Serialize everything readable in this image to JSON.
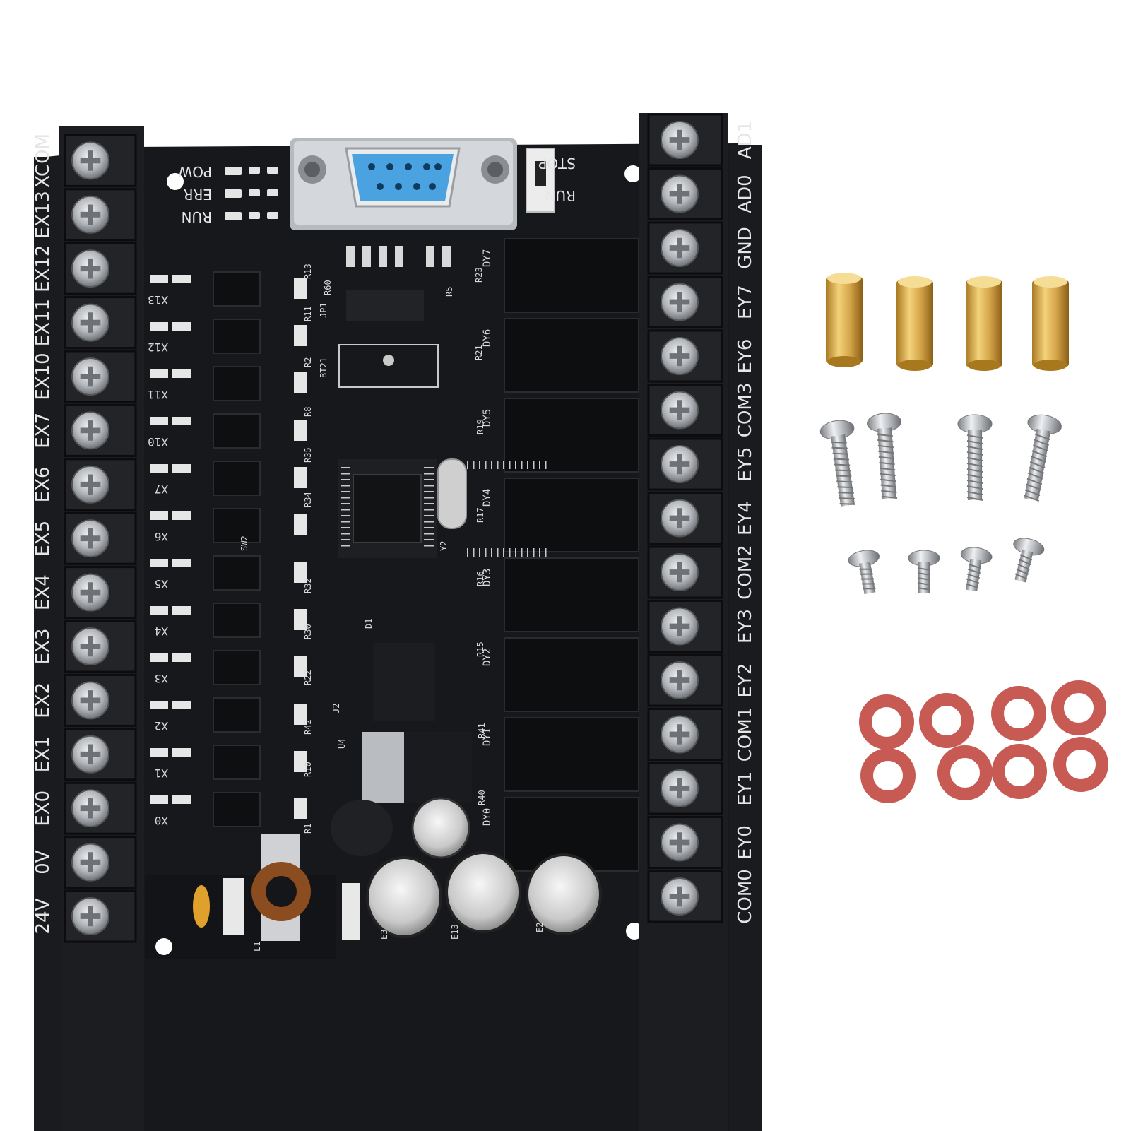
{
  "board": {
    "left_terminals": [
      "24V",
      "0V",
      "EX0",
      "EX1",
      "EX2",
      "EX3",
      "EX4",
      "EX5",
      "EX6",
      "EX7",
      "EX10",
      "EX11",
      "EX12",
      "EX13",
      "XCOM"
    ],
    "right_terminals": [
      "AD1",
      "AD0",
      "GND",
      "EY7",
      "EY6",
      "COM3",
      "EY5",
      "EY4",
      "COM2",
      "EY3",
      "EY2",
      "COM1",
      "EY1",
      "EY0",
      "COM0"
    ],
    "leds": [
      "POW",
      "ERR",
      "RUN"
    ],
    "switch": {
      "top": "STOP",
      "bottom": "RUN"
    },
    "input_labels": [
      "X13",
      "X12",
      "X11",
      "X10",
      "X7",
      "X6",
      "X5",
      "X4",
      "X3",
      "X2",
      "X1",
      "X0"
    ],
    "output_labels": [
      "DY7",
      "DY6",
      "DY5",
      "DY4",
      "DY3",
      "DY2",
      "DY1",
      "DY0"
    ],
    "silk": [
      "R23",
      "R60",
      "JP1",
      "BT21",
      "R5",
      "R21",
      "R19",
      "R17",
      "R16",
      "R15",
      "R41",
      "R40",
      "D1",
      "J2",
      "U4",
      "E3",
      "E13",
      "E2",
      "Y2",
      "SW2",
      "L1",
      "R13",
      "R11",
      "R2",
      "R8",
      "R35",
      "R34",
      "R32",
      "R30",
      "R22",
      "R42",
      "R10",
      "R1"
    ],
    "colors": {
      "pcb": "#16181c",
      "terminal": "#1c1d20",
      "screw": "#b9bcc0",
      "db9": "#4aa3e0",
      "relay": "#0d0e10",
      "standoff": "#d6a64a",
      "washer": "#c85a54"
    }
  },
  "accessories": {
    "standoffs": 4,
    "long_screws": 4,
    "short_screws": 4,
    "washers": 8
  }
}
